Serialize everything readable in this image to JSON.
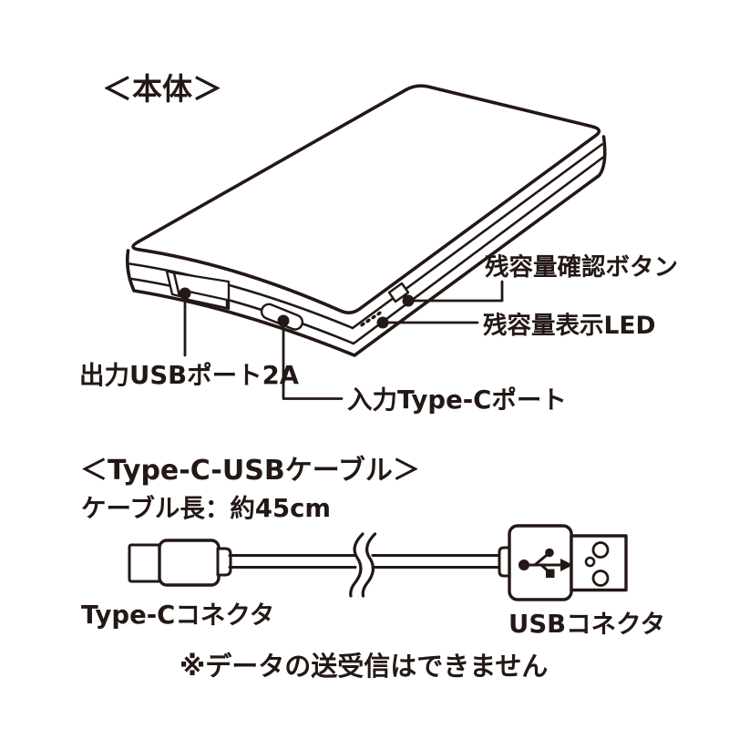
{
  "page": {
    "background": "#ffffff",
    "ink_color": "#231815"
  },
  "body_section": {
    "title": "＜本体＞",
    "callouts": {
      "check_button": "残容量確認ボタン",
      "led": "残容量表示LED",
      "usb_output": "出力USBポート2A",
      "typec_input": "入力Type-Cポート"
    }
  },
  "cable_section": {
    "title": "＜Type-C-USBケーブル＞",
    "cable_length": "ケーブル長：約45cm",
    "typec_connector": "Type-Cコネクタ",
    "usb_connector": "USBコネクタ",
    "note": "※データの送受信はできません"
  }
}
